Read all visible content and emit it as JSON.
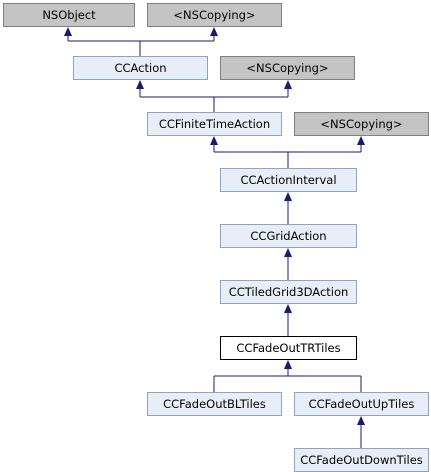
{
  "nodes": {
    "nsobject": "NSObject",
    "nscopying_1": "<NSCopying>",
    "ccaction": "CCAction",
    "nscopying_2": "<NSCopying>",
    "ccfinitetimeaction": "CCFiniteTimeAction",
    "nscopying_3": "<NSCopying>",
    "ccactioninterval": "CCActionInterval",
    "ccgridaction": "CCGridAction",
    "cctiledgrid3daction": "CCTiledGrid3DAction",
    "ccfadeouttrtiles": "CCFadeOutTRTiles",
    "ccfadeoutbltiles": "CCFadeOutBLTiles",
    "ccfadeoutuptiles": "CCFadeOutUpTiles",
    "ccfadeoutdowntiles": "CCFadeOutDownTiles"
  },
  "colors": {
    "class_fill": "#e8eef7",
    "class_border": "#8ea3c2",
    "external_fill": "#c4c4c4",
    "current_fill": "#ffffff",
    "edge": "#191970"
  }
}
